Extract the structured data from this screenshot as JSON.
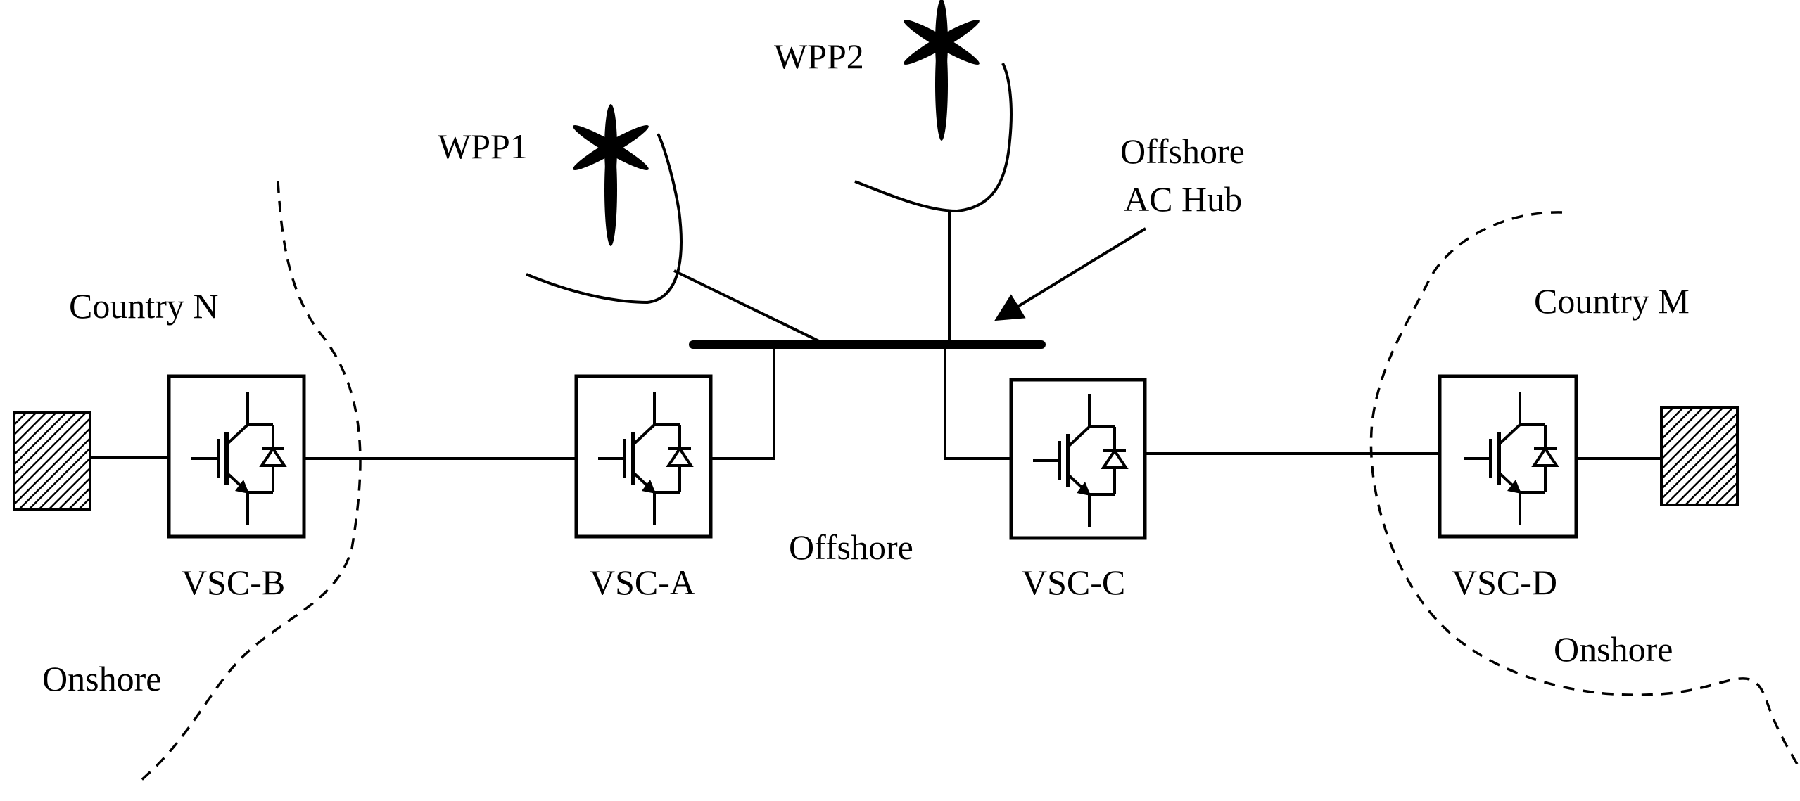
{
  "labels": {
    "wpp1": "WPP1",
    "wpp2": "WPP2",
    "hub_line1": "Offshore",
    "hub_line2": "AC Hub",
    "country_n": "Country N",
    "country_m": "Country M",
    "offshore": "Offshore",
    "onshore_left": "Onshore",
    "onshore_right": "Onshore"
  },
  "converters": [
    {
      "id": "B",
      "label": "VSC-B"
    },
    {
      "id": "A",
      "label": "VSC-A"
    },
    {
      "id": "C",
      "label": "VSC-C"
    },
    {
      "id": "D",
      "label": "VSC-D"
    }
  ],
  "icons": {
    "grid_terminal": "hatched-grid-icon",
    "wind_turbine": "wind-turbine-icon",
    "igbt": "igbt-diode-icon"
  },
  "colors": {
    "stroke": "#000000",
    "background": "#ffffff"
  }
}
